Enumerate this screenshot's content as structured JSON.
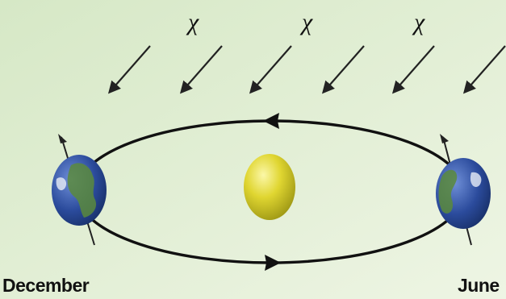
{
  "diagram": {
    "incoming_symbol": "χ",
    "labels": {
      "left_position": "December",
      "right_position": "June"
    },
    "colors": {
      "background_start": "#d9e9c9",
      "background_end": "#eaf3df",
      "orbit": "#111111",
      "sun": "#d9d020",
      "earth_ocean": "#2a4a9a",
      "earth_land": "#4f7a3a"
    }
  }
}
